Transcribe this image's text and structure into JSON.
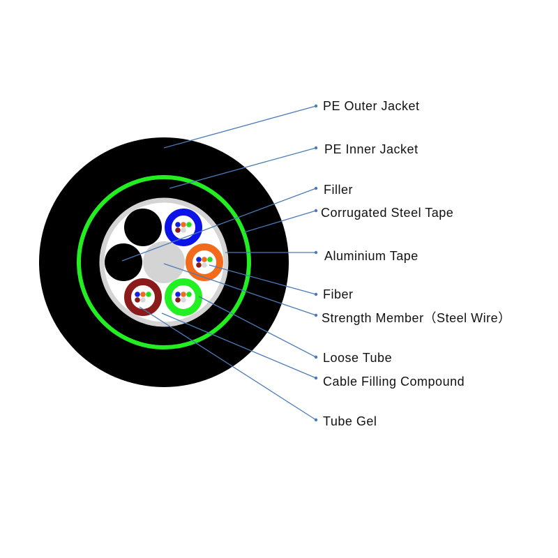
{
  "colors": {
    "jacket": "#000000",
    "ring": "#22ee22",
    "tape": "#d4d4d4",
    "leader": "#4a7ab8",
    "tubes": [
      "#0a14e6",
      "#f26a1b",
      "#22f022",
      "#8b1a1a"
    ],
    "fibers": [
      "#1020e0",
      "#f06a20",
      "#20e020",
      "#8b1a1a",
      "#d8d8d8",
      "#ffffff"
    ]
  },
  "labels": [
    {
      "id": "pe-outer-jacket",
      "text": "PE Outer Jacket"
    },
    {
      "id": "pe-inner-jacket",
      "text": "PE  Inner  Jacket"
    },
    {
      "id": "filler",
      "text": "Filler"
    },
    {
      "id": "corrugated-steel-tape",
      "text": "Corrugated  Steel  Tape"
    },
    {
      "id": "aluminium-tape",
      "text": "Aluminium  Tape"
    },
    {
      "id": "fiber",
      "text": "Fiber"
    },
    {
      "id": "strength-member",
      "text": "Strength  Member（Steel  Wire）"
    },
    {
      "id": "loose-tube",
      "text": "Loose Tube"
    },
    {
      "id": "cable-filling-compound",
      "text": "Cable Filling Compound"
    },
    {
      "id": "tube-gel",
      "text": "Tube Gel"
    }
  ]
}
